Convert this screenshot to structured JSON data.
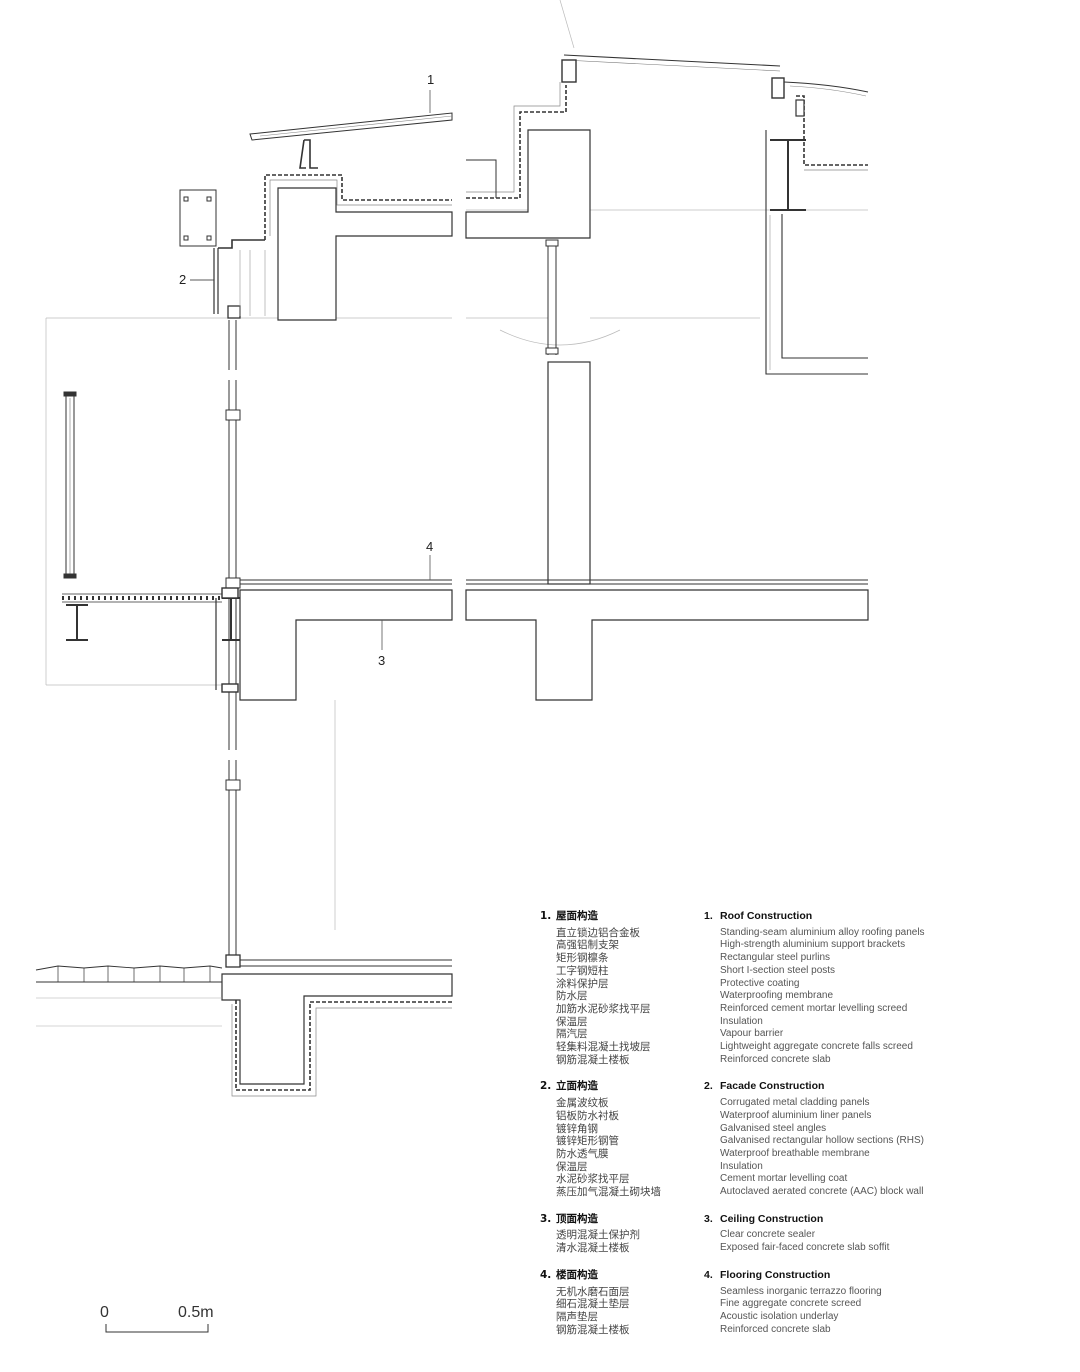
{
  "callouts": [
    "1",
    "2",
    "3",
    "4"
  ],
  "scale_bar": {
    "zero": "0",
    "end": "0.5m"
  },
  "legend": [
    {
      "num": "1.",
      "cn_title": "屋面构造",
      "en_title": "Roof Construction",
      "cn_items": [
        "直立锁边铝合金板",
        "高强铝制支架",
        "矩形钢檩条",
        "工字钢短柱",
        "涂料保护层",
        "防水层",
        "加筋水泥砂浆找平层",
        "保温层",
        "隔汽层",
        "轻集料混凝土找坡层",
        "钢筋混凝土楼板"
      ],
      "en_items": [
        "Standing-seam aluminium alloy roofing panels",
        "High-strength aluminium support brackets",
        "Rectangular steel purlins",
        "Short I-section steel posts",
        "Protective coating",
        "Waterproofing membrane",
        "Reinforced cement mortar levelling screed",
        "Insulation",
        "Vapour barrier",
        "Lightweight aggregate concrete falls screed",
        "Reinforced concrete slab"
      ]
    },
    {
      "num": "2.",
      "cn_title": "立面构造",
      "en_title": "Facade Construction",
      "cn_items": [
        "金属波纹板",
        "铝板防水衬板",
        "镀锌角钢",
        "镀锌矩形钢管",
        "防水透气膜",
        "保温层",
        "水泥砂浆找平层",
        "蒸压加气混凝土砌块墙"
      ],
      "en_items": [
        "Corrugated metal cladding panels",
        "Waterproof aluminium liner panels",
        "Galvanised steel angles",
        "Galvanised rectangular hollow sections (RHS)",
        "Waterproof breathable membrane",
        "Insulation",
        "Cement mortar levelling coat",
        "Autoclaved aerated concrete (AAC) block wall"
      ]
    },
    {
      "num": "3.",
      "cn_title": "顶面构造",
      "en_title": "Ceiling Construction",
      "cn_items": [
        "透明混凝土保护剂",
        "清水混凝土楼板"
      ],
      "en_items": [
        "Clear concrete sealer",
        "Exposed fair-faced concrete slab soffit"
      ]
    },
    {
      "num": "4.",
      "cn_title": "楼面构造",
      "en_title": "Flooring Construction",
      "cn_items": [
        "无机水磨石面层",
        "细石混凝土垫层",
        "隔声垫层",
        "钢筋混凝土楼板"
      ],
      "en_items": [
        "Seamless inorganic terrazzo flooring",
        "Fine aggregate concrete screed",
        "Acoustic isolation underlay",
        "Reinforced concrete slab"
      ]
    }
  ]
}
